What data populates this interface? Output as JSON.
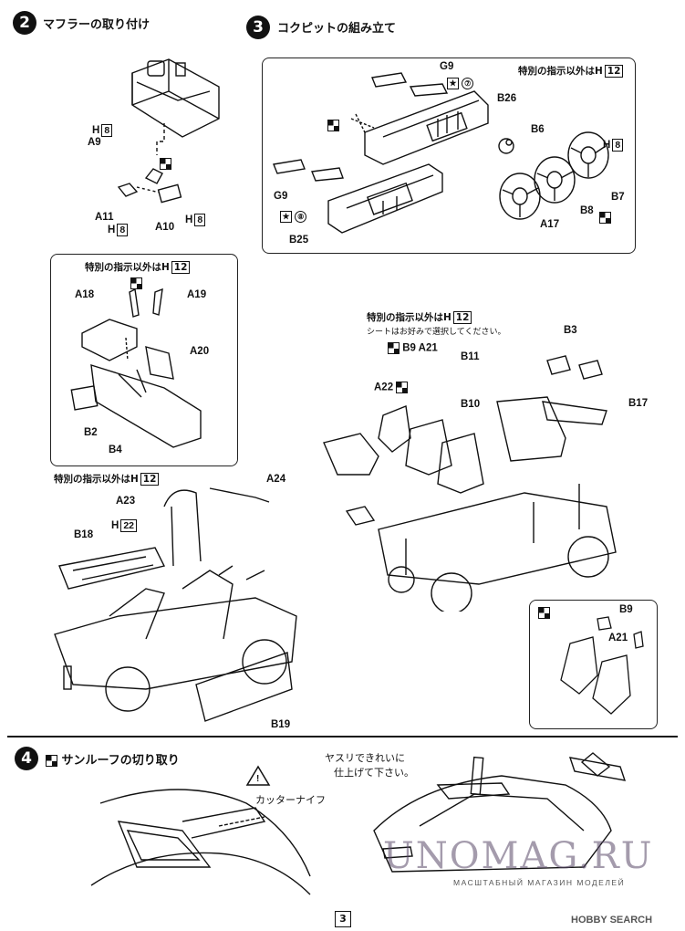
{
  "steps": {
    "s2": {
      "num": "2",
      "title": "マフラーの取り付け"
    },
    "s3": {
      "num": "3",
      "title": "コクピットの組み立て"
    },
    "s4": {
      "num": "4",
      "title": "サンルーフの切り取り"
    }
  },
  "step2_parts": {
    "a9": "A9",
    "h8_top": "H",
    "h8_top_n": "8",
    "a11": "A11",
    "h8_left": "H",
    "h8_left_n": "8",
    "a10": "A10",
    "h8_right": "H",
    "h8_right_n": "8"
  },
  "step3_top": {
    "note": "特別の指示以外は",
    "note_h": "H",
    "note_n": "12",
    "g9_top": "G9",
    "star7": "★",
    "circ7": "⑦",
    "b26": "B26",
    "b6": "B6",
    "h8": "H",
    "h8n": "8",
    "g9_left": "G9",
    "star8": "★",
    "circ8": "⑧",
    "b25": "B25",
    "b7": "B7",
    "b8": "B8",
    "a17": "A17"
  },
  "console_box": {
    "note": "特別の指示以外は",
    "note_h": "H",
    "note_n": "12",
    "a18": "A18",
    "a19": "A19",
    "a20": "A20",
    "b2": "B2",
    "b4": "B4"
  },
  "chassis": {
    "note": "特別の指示以外は",
    "note_h": "H",
    "note_n": "12",
    "a23": "A23",
    "a24": "A24",
    "b18": "B18",
    "h22": "H",
    "h22n": "22",
    "b19": "B19"
  },
  "seats": {
    "note": "特別の指示以外は",
    "note_h": "H",
    "note_n": "12",
    "seat_note": "シートはお好みで選択してください。",
    "b9a21": "B9  A21",
    "b11": "B11",
    "b3": "B3",
    "a22": "A22",
    "b10": "B10",
    "b17": "B17",
    "inset_b9": "B9",
    "inset_a21": "A21"
  },
  "step4": {
    "warn": "!",
    "knife": "カッターナイフ",
    "file_note_1": "ヤスリできれいに",
    "file_note_2": "仕上げて下さい。"
  },
  "watermark": {
    "main": "UNOMAG.RU",
    "sub": "МАСШТАБНЫЙ МАГАЗИН МОДЕЛЕЙ",
    "hobby": "HOBBY SEARCH"
  },
  "page_number": "3"
}
